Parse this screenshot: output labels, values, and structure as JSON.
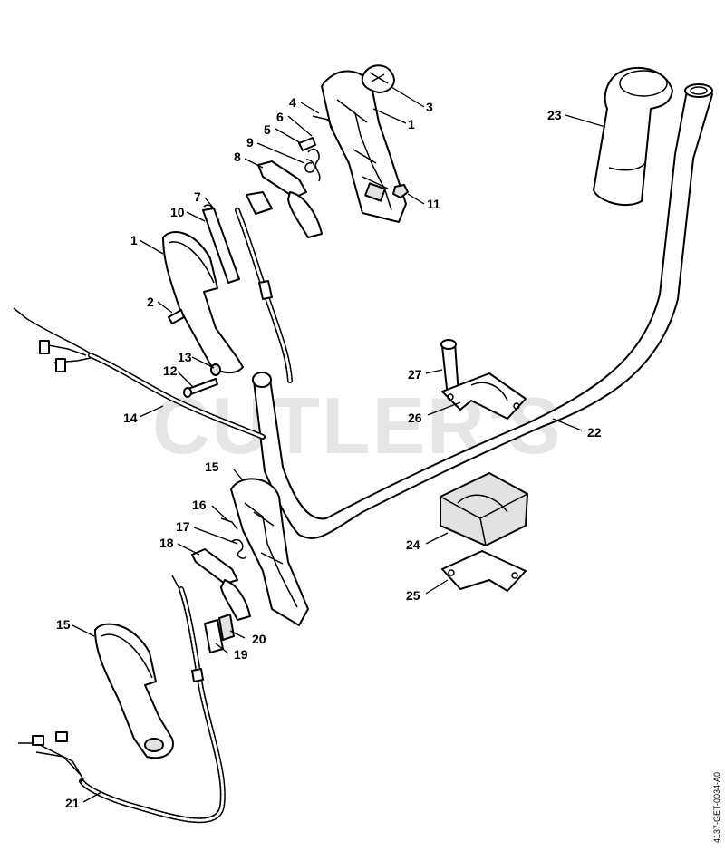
{
  "watermark": "CUTLER'S",
  "drawing_code": "4137-GET-0034-A0",
  "callouts": {
    "c1a": "1",
    "c1b": "1",
    "c2": "2",
    "c3": "3",
    "c4": "4",
    "c5": "5",
    "c6": "6",
    "c7": "7",
    "c8": "8",
    "c9": "9",
    "c10": "10",
    "c11": "11",
    "c12": "12",
    "c13": "13",
    "c14": "14",
    "c15a": "15",
    "c15b": "15",
    "c16": "16",
    "c17": "17",
    "c18": "18",
    "c19": "19",
    "c20": "20",
    "c21": "21",
    "c22": "22",
    "c23": "23",
    "c24": "24",
    "c25": "25",
    "c26": "26",
    "c27": "27"
  }
}
